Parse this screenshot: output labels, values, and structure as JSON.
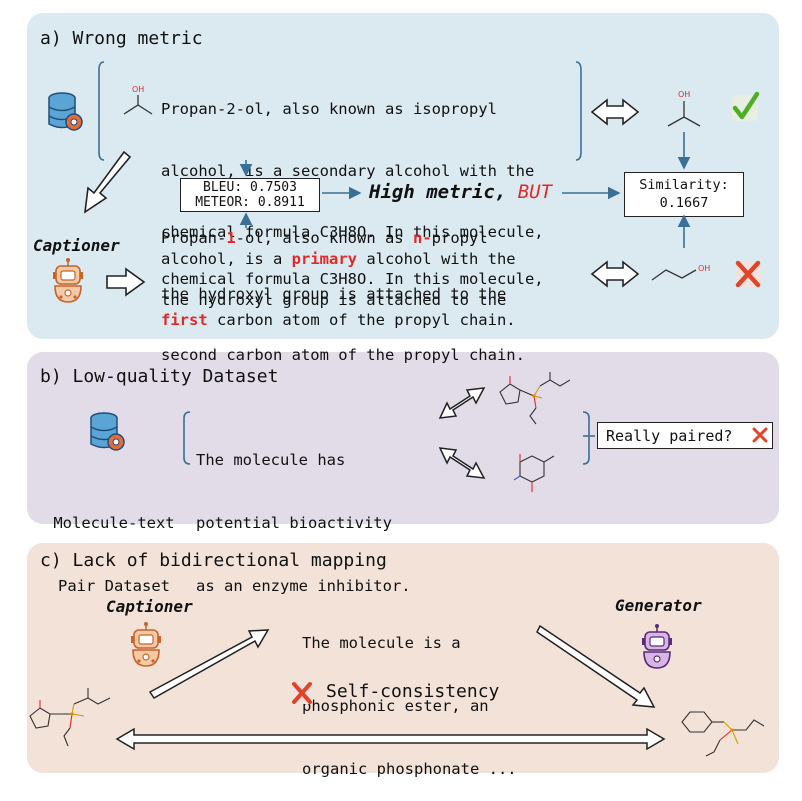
{
  "panel_a": {
    "title": "a) Wrong metric",
    "reference_caption": [
      "Propan-2-ol, also known as isopropyl",
      "alcohol, is a secondary alcohol with the",
      "chemical formula C3H8O. In this molecule,",
      "the hydroxyl group is attached to the",
      "second carbon atom of the propyl chain."
    ],
    "generated_caption": [
      [
        {
          "t": "Propan-"
        },
        {
          "t": "1",
          "hl": true
        },
        {
          "t": "-ol, also known as "
        },
        {
          "t": "n-",
          "hl": true
        },
        {
          "t": "propyl"
        }
      ],
      [
        {
          "t": "alcohol, is a "
        },
        {
          "t": "primary",
          "hl": true
        },
        {
          "t": " alcohol with the"
        }
      ],
      [
        {
          "t": "chemical formula C3H8O. In this molecule,"
        }
      ],
      [
        {
          "t": "the hydroxyl group is attached to the"
        }
      ],
      [
        {
          "t": "first",
          "hl": true
        },
        {
          "t": " carbon atom of the propyl chain."
        }
      ]
    ],
    "metrics_box": [
      "BLEU: 0.7503",
      "METEOR: 0.8911"
    ],
    "verdict_main": "High metric, ",
    "verdict_but": "BUT",
    "similarity_box": [
      "Similarity:",
      "0.1667"
    ],
    "captioner_label": "Captioner",
    "mol_label_oh_top": "OH",
    "mol_label_oh_right": "OH",
    "mol_label_oh_bottom": "OH"
  },
  "panel_b": {
    "title": "b) Low-quality Dataset",
    "caption": [
      "The molecule has",
      "potential bioactivity",
      "as an enzyme inhibitor."
    ],
    "dataset_label": [
      "Molecule-text",
      "Pair Dataset"
    ],
    "question": "Really paired?"
  },
  "panel_c": {
    "title": "c) Lack of bidirectional mapping",
    "captioner_label": "Captioner",
    "generator_label": "Generator",
    "caption": [
      "The molecule is a",
      "phosphonic ester, an",
      "organic phosphonate ..."
    ],
    "self_consistency": "Self-consistency"
  },
  "colors": {
    "highlight": "#e02a2a",
    "check": "#4caf25",
    "cross": "#e0452a",
    "arrow": "#3a6f96",
    "panel_a_bg": "#dbeaf1",
    "panel_b_bg": "#e2dce8",
    "panel_c_bg": "#f2e2d8"
  },
  "icons": [
    "database-gear-icon",
    "robot-ai-icon",
    "check-icon",
    "cross-icon",
    "double-arrow-icon"
  ]
}
